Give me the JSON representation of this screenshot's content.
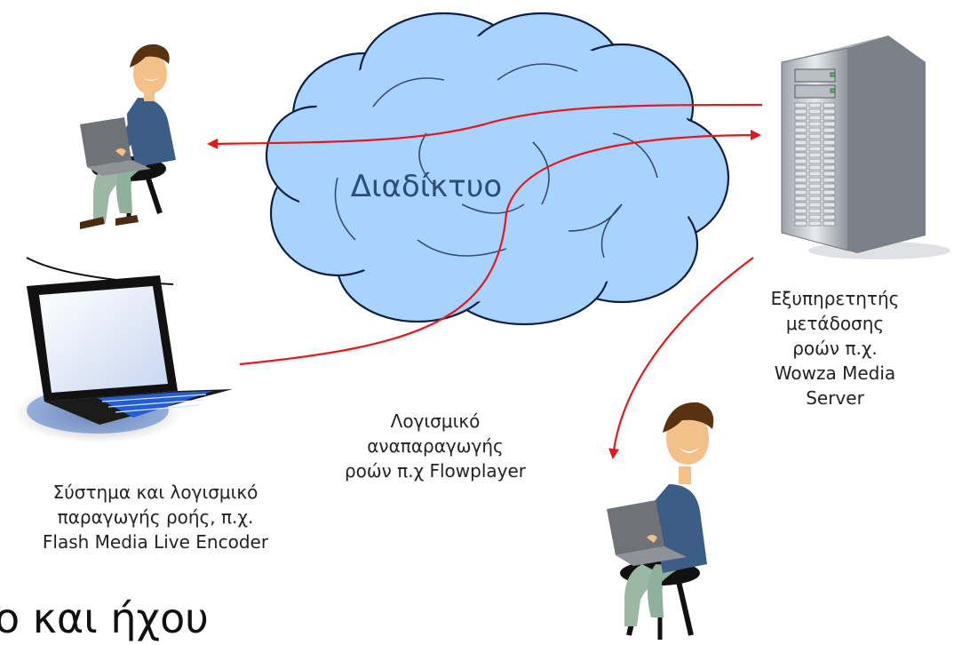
{
  "cloud": {
    "label": "Διαδίκτυο"
  },
  "server": {
    "icon": "server-tower-icon",
    "label_lines": [
      "Εξυπηρετητής",
      "μετάδοσης",
      "ροών π.χ.",
      "Wowza Media",
      "Server"
    ]
  },
  "encoder": {
    "icon": "laptop-icon",
    "label_lines": [
      "Σύστημα και λογισμικό",
      "παραγωγής ροής, π.χ.",
      "Flash Media Live Encoder"
    ]
  },
  "player": {
    "label_lines": [
      "Λογισμικό",
      "αναπαραγωγής",
      "ροών π.χ Flowplayer"
    ]
  },
  "users": [
    {
      "icon": "user-with-laptop-icon"
    },
    {
      "icon": "user-with-laptop-icon"
    }
  ],
  "footer_text": "ο και ήχου",
  "colors": {
    "arrow": "#e8151d",
    "cloud_fill": "#a9d3ff",
    "cloud_stroke": "#0d1f3f"
  }
}
